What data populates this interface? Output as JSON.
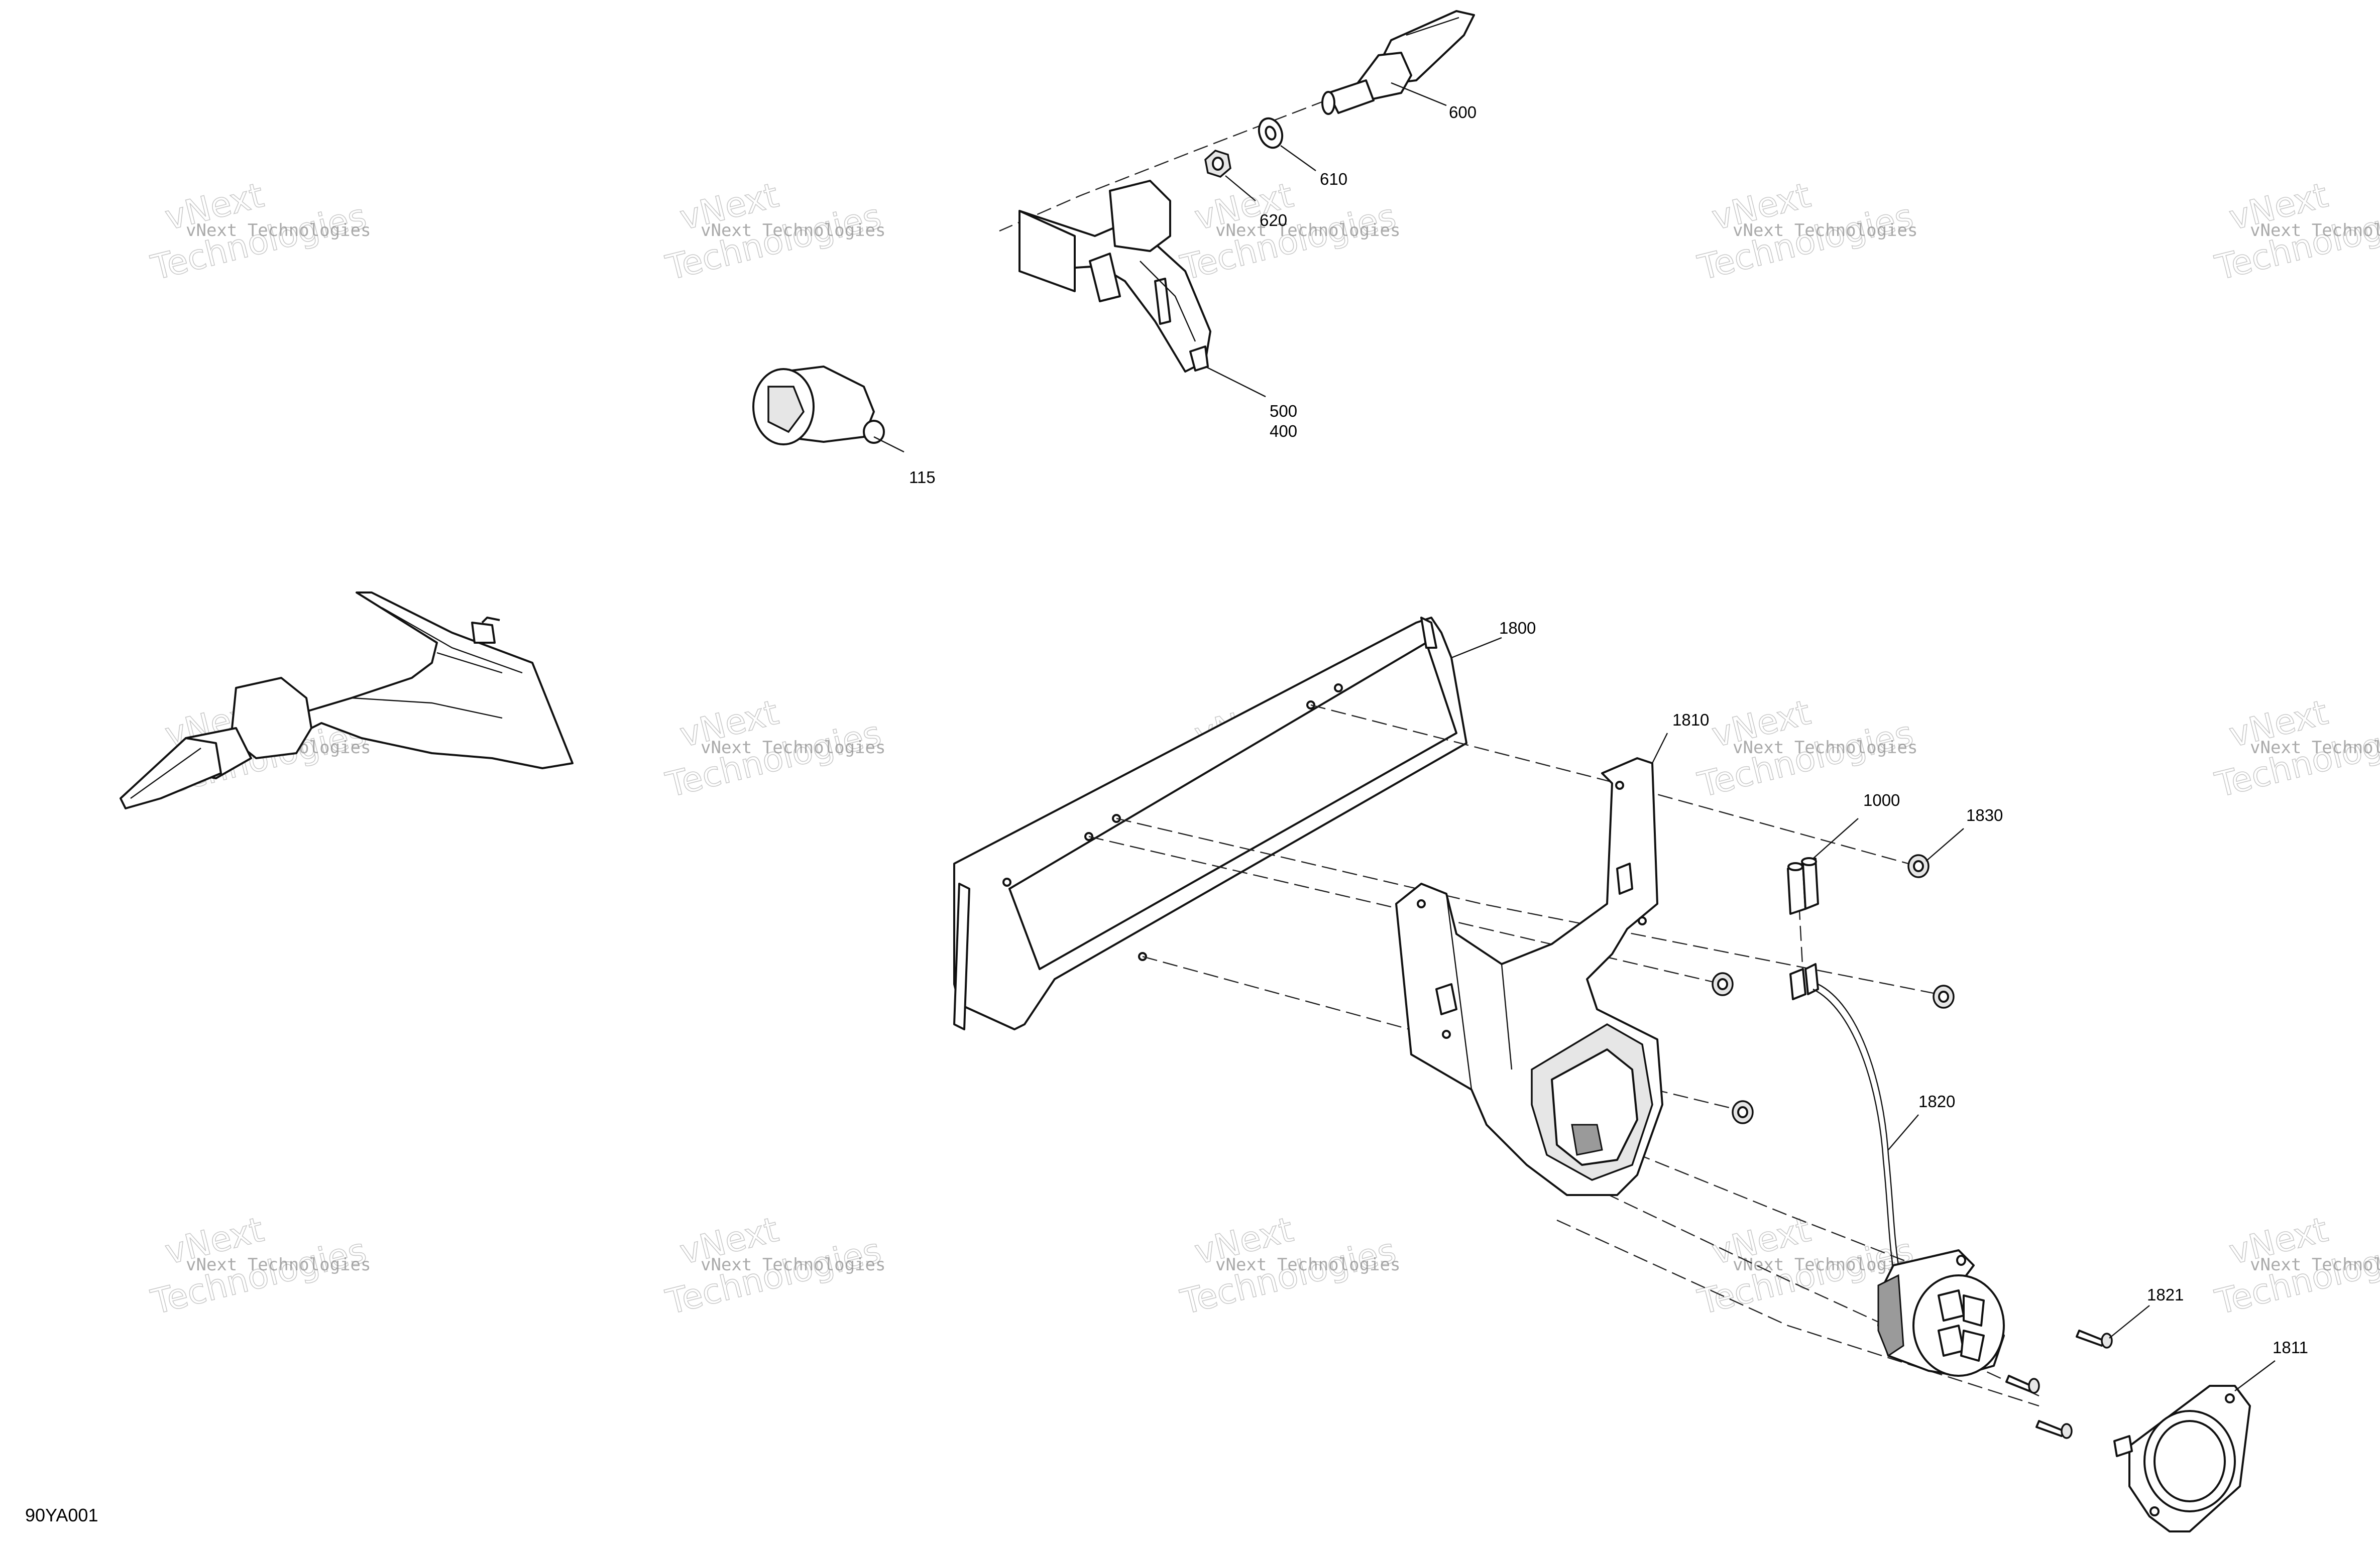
{
  "diagram": {
    "drawing_code": "90YA001",
    "watermark": {
      "line1": "vNext Technologies",
      "line2": "vNext",
      "line3": "Technologies"
    },
    "callouts": [
      {
        "id": "600",
        "text": "600"
      },
      {
        "id": "610",
        "text": "610"
      },
      {
        "id": "620",
        "text": "620"
      },
      {
        "id": "500",
        "text": "500"
      },
      {
        "id": "400",
        "text": "400"
      },
      {
        "id": "115",
        "text": "115"
      },
      {
        "id": "1800",
        "text": "1800"
      },
      {
        "id": "1810",
        "text": "1810"
      },
      {
        "id": "1000",
        "text": "1000"
      },
      {
        "id": "1830",
        "text": "1830"
      },
      {
        "id": "1820",
        "text": "1820"
      },
      {
        "id": "1821",
        "text": "1821"
      },
      {
        "id": "1811",
        "text": "1811"
      }
    ]
  }
}
